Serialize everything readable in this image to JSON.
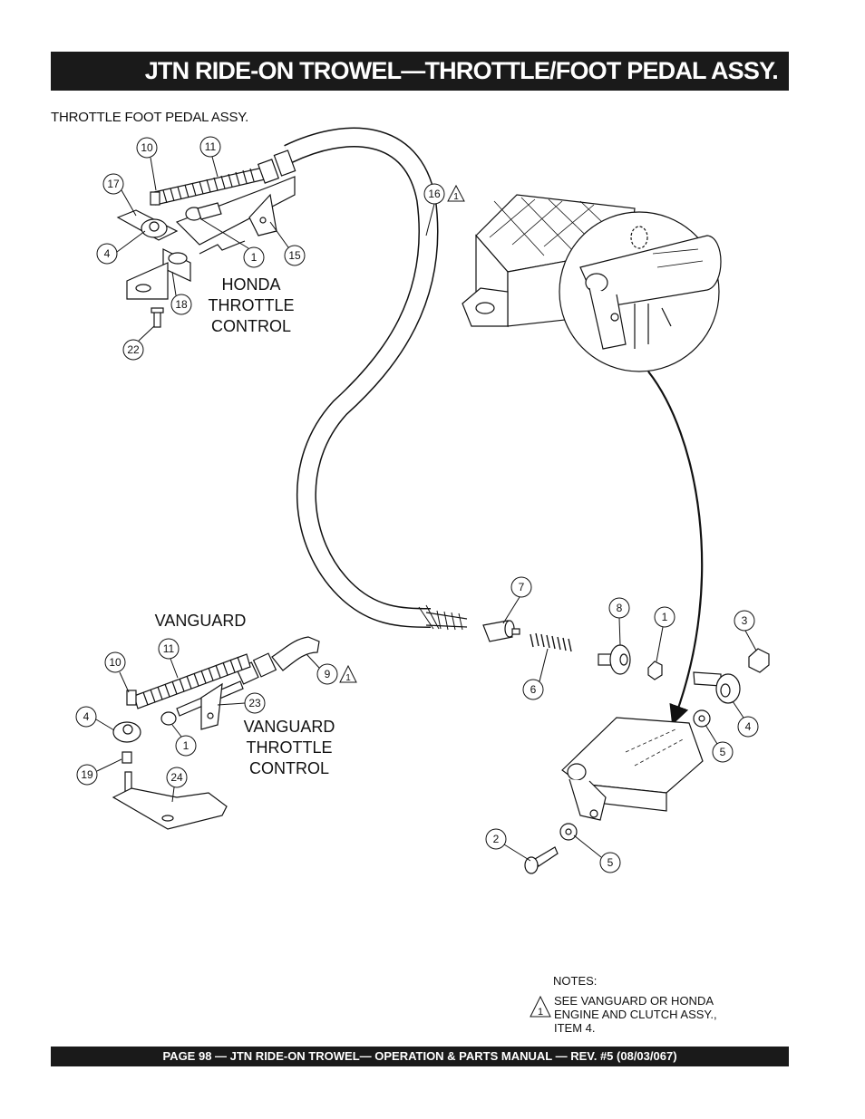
{
  "header": {
    "title": "JTN RIDE-ON TROWEL—THROTTLE/FOOT PEDAL ASSY."
  },
  "subtitle": "THROTTLE FOOT PEDAL ASSY.",
  "labels": {
    "honda_line1": "HONDA",
    "honda_line2": "THROTTLE",
    "honda_line3": "CONTROL",
    "vanguard_title": "VANGUARD",
    "vanguard_line1": "VANGUARD",
    "vanguard_line2": "THROTTLE",
    "vanguard_line3": "CONTROL"
  },
  "callouts": {
    "c10a": "10",
    "c11a": "11",
    "c17": "17",
    "c4a": "4",
    "c1a": "1",
    "c15": "15",
    "c18": "18",
    "c22": "22",
    "c16": "16",
    "c16_note": "1",
    "c7": "7",
    "c8": "8",
    "c1b": "1",
    "c3": "3",
    "c6": "6",
    "c4b": "4",
    "c5a": "5",
    "c2": "2",
    "c5b": "5",
    "c10b": "10",
    "c11b": "11",
    "c9": "9",
    "c9_note": "1",
    "c23": "23",
    "c4c": "4",
    "c1c": "1",
    "c19": "19",
    "c24": "24"
  },
  "notes": {
    "heading": "NOTES:",
    "marker": "1",
    "line1": "SEE VANGUARD OR HONDA",
    "line2": "ENGINE AND CLUTCH ASSY.,",
    "line3": "ITEM 4."
  },
  "footer": {
    "text": "PAGE 98 — JTN RIDE-ON TROWEL—  OPERATION & PARTS MANUAL — REV. #5 (08/03/067)"
  }
}
